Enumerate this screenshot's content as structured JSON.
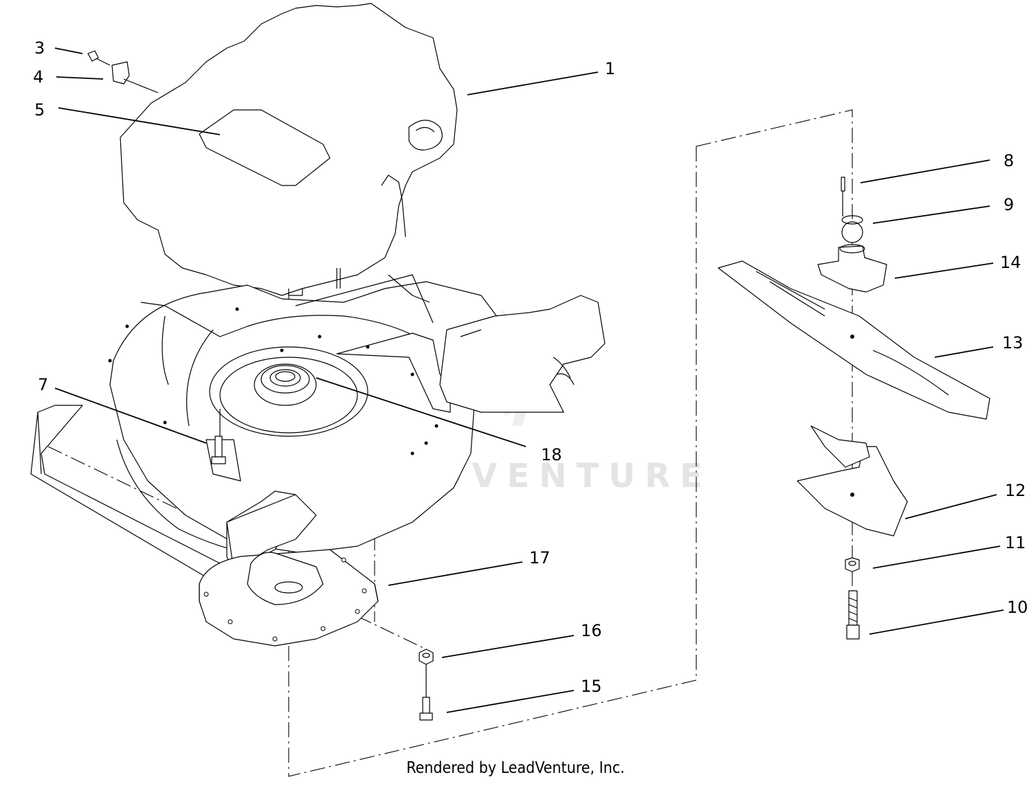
{
  "watermark": "LEADVENTURE",
  "footer": "Rendered by LeadVenture, Inc.",
  "callouts": [
    "1",
    "3",
    "4",
    "5",
    "7",
    "8",
    "9",
    "10",
    "11",
    "12",
    "13",
    "14",
    "15",
    "16",
    "17",
    "18"
  ]
}
